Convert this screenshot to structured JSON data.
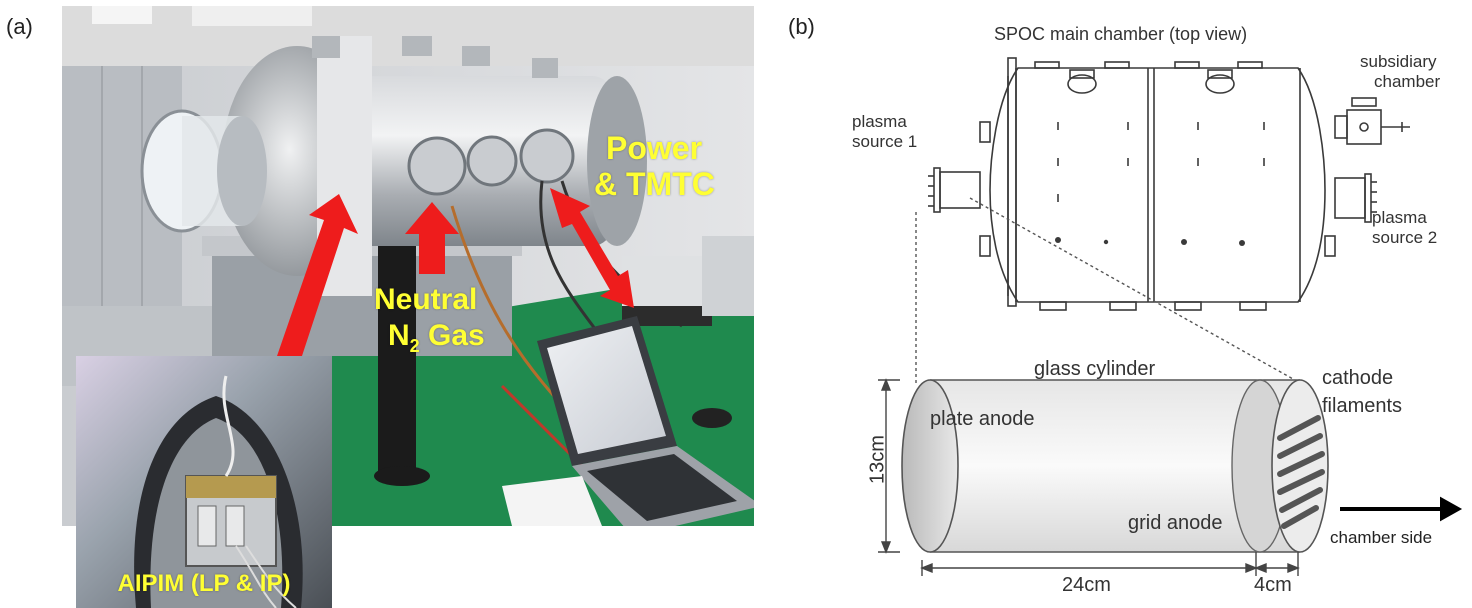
{
  "panel_a": {
    "label": "(a)",
    "annotations": {
      "power_line1": "Power",
      "power_line2": "& TMTC",
      "neutral_line1": "Neutral",
      "neutral_n": "N",
      "neutral_sub": "2",
      "neutral_gas": " Gas",
      "inset_caption": "AIPIM (LP & IP)"
    },
    "colors": {
      "arrow": "#ee1c1c",
      "annotation": "#ffff33",
      "table": "#1f8a4e"
    }
  },
  "panel_b": {
    "label": "(b)",
    "chamber_title": "SPOC main chamber (top view)",
    "subsidiary_line1": "subsidiary",
    "subsidiary_line2": "chamber",
    "source1_line1": "plasma",
    "source1_line2": "source 1",
    "source2_line1": "plasma",
    "source2_line2": "source 2",
    "glass_cylinder": "glass cylinder",
    "plate_anode": "plate anode",
    "grid_anode": "grid anode",
    "cathode_line1": "cathode",
    "cathode_line2": "filaments",
    "dim_height": "13cm",
    "dim_length": "24cm",
    "dim_short": "4cm",
    "chamber_side": "chamber side"
  }
}
